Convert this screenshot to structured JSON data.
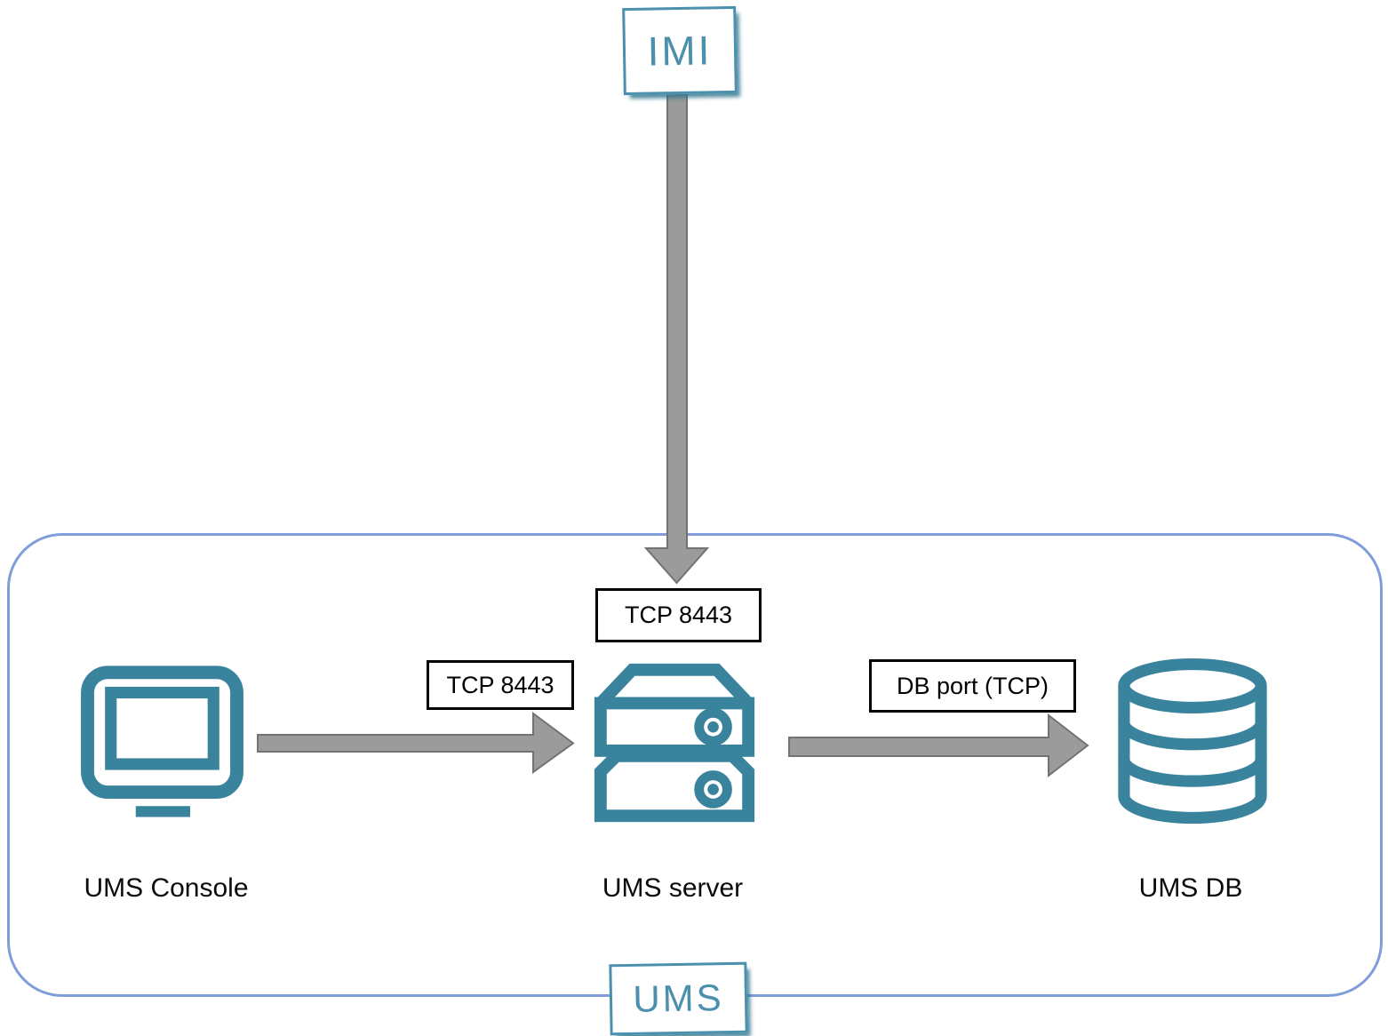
{
  "diagram": {
    "nodes": {
      "imi": {
        "label": "IMI"
      },
      "ums_console": {
        "label": "UMS Console"
      },
      "ums_server": {
        "label": "UMS server"
      },
      "ums_db": {
        "label": "UMS DB"
      },
      "ums_group": {
        "label": "UMS"
      }
    },
    "edges": [
      {
        "from": "IMI",
        "to": "UMS server",
        "label": "TCP 8443",
        "direction": "down"
      },
      {
        "from": "UMS Console",
        "to": "UMS server",
        "label": "TCP 8443",
        "direction": "right"
      },
      {
        "from": "UMS server",
        "to": "UMS DB",
        "label": "DB port (TCP)",
        "direction": "right"
      }
    ],
    "colors": {
      "icon_teal": "#3A839D",
      "brand_box_teal": "#4B90AC",
      "container_border": "#7F9ED9",
      "arrow_fill": "#9B9B9B",
      "arrow_stroke": "#737373",
      "port_label_border": "#000000",
      "port_label_text": "#000000",
      "caption_text": "#0B0B0B"
    }
  }
}
